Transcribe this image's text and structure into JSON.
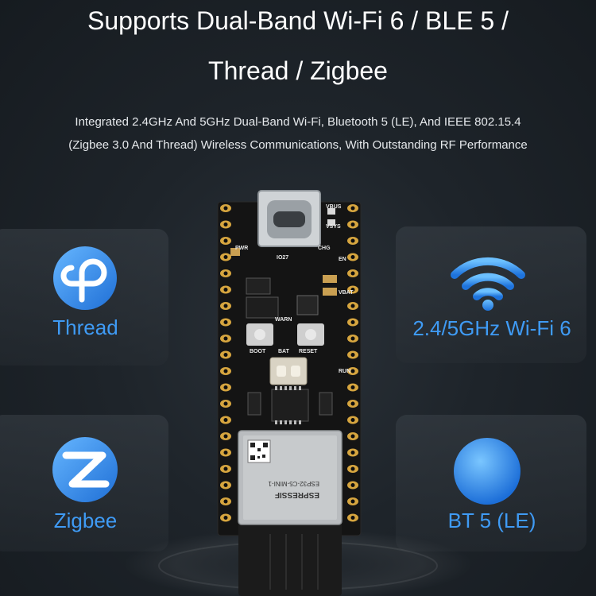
{
  "header": {
    "title_line1": "Supports Dual-Band Wi-Fi 6 / BLE 5 /",
    "title_line2": "Thread / Zigbee",
    "desc_line1": "Integrated 2.4GHz And 5GHz Dual-Band Wi-Fi, Bluetooth 5 (LE), And IEEE 802.15.4",
    "desc_line2": "(Zigbee 3.0 And Thread) Wireless Communications, With Outstanding RF Performance"
  },
  "features": {
    "thread": {
      "label": "Thread",
      "icon": "thread-icon"
    },
    "wifi": {
      "label": "2.4/5GHz Wi-Fi 6",
      "icon": "wifi-icon"
    },
    "zigbee": {
      "label": "Zigbee",
      "icon": "zigbee-icon"
    },
    "bt": {
      "label": "BT 5 (LE)",
      "icon": "bluetooth-icon"
    }
  },
  "board": {
    "silk": {
      "pwr": "PWR",
      "chg": "CHG",
      "io27": "IO27",
      "en": "EN",
      "vbat": "VBAT",
      "warn": "WARN",
      "boot": "BOOT",
      "bat": "BAT",
      "reset": "RESET",
      "run": "RUN",
      "vbus": "VBUS",
      "vsys": "VSYS"
    },
    "module": {
      "brand": "ESPRESSIF",
      "model": "ESP32-C5-MINI-1"
    }
  },
  "colors": {
    "accent_blue": "#3f9bf5",
    "pcb_black": "#141414",
    "gold_pad": "#d6a53f"
  }
}
